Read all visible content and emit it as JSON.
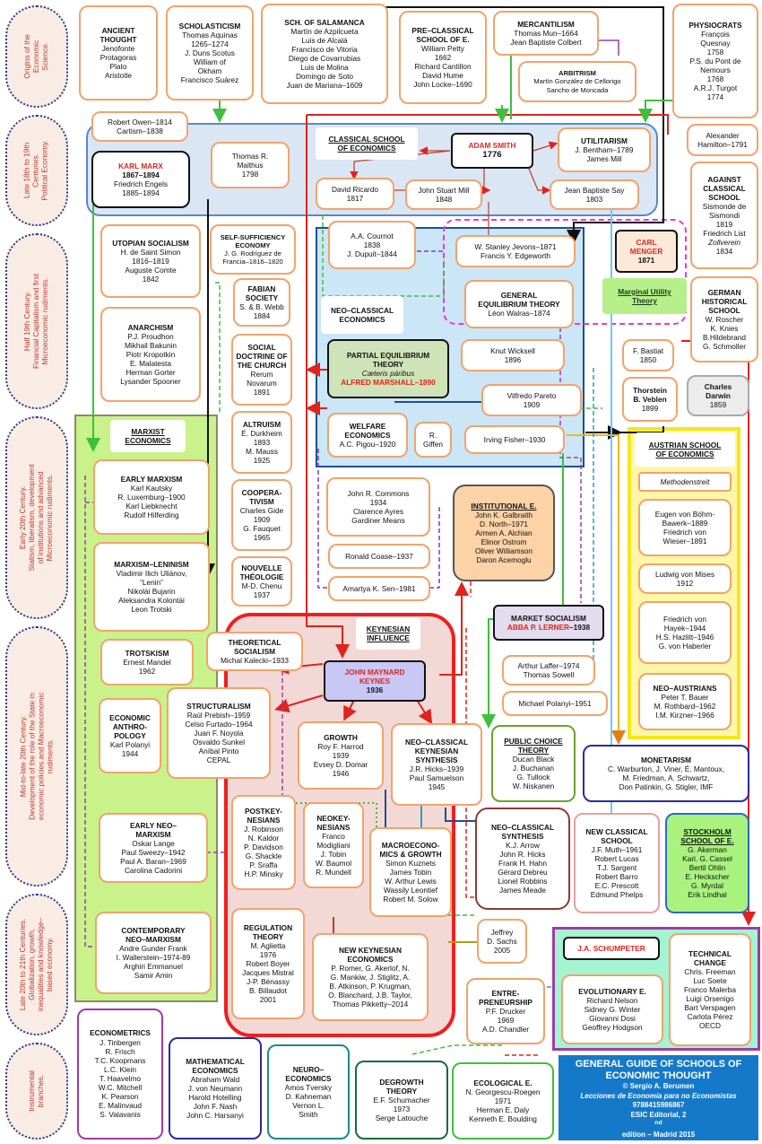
{
  "eras": [
    "Origins of the\nEconomic\nScience.",
    "Late 18th to 19th\nCenturies.\nPolitical Economy.",
    "Half 19th Century.\nFinancial Capitalism and first\nMicroeconomic rudiments.",
    "Early 20th Century.\nStatism, liberalism, development\nof institutions and advanced\nMicroeconomic rudiments.",
    "Mid-to-late 20th Century.\nDevelopment of the role of the State in\neconomic policies and Macroeconomic\nrudiments.",
    "Late 20th to 21th Centuries.\nGlobalization, growth,\ninequalities and knowledge–\nbased economy.",
    "Instrumental\nbranches."
  ],
  "regions": {
    "classical": "CLASSICAL SCHOOL\nOF ECONOMICS",
    "neoclassical": "NEO–CLASSICAL\nECONOMICS",
    "marxist": "MARXIST\nECONOMICS",
    "keynesian": "KEYNESIAN\nINFLUENCE",
    "austrian": "AUSTRIAN SCHOOL\nOF ECONOMICS"
  },
  "boxes": {
    "ancient": {
      "title": "ANCIENT\nTHOUGHT",
      "text": "Jenofonte\nProtagoras\nPlato\nAristotle"
    },
    "scholasticism": {
      "title": "SCHOLASTICISM",
      "text": "Thomas Aquinas\n1265–1274\nJ. Duns Scotus\nWilliam of\nOkham\nFrancisco Suárez"
    },
    "salamanca": {
      "title": "SCH. OF SALAMANCA",
      "text": "Martín de Azpilcueta\nLuis de Alcalá\nFrancisco de Vitoria\nDiego de Covarrubias\nLuis de Molina\nDomingo de Soto\nJuan de Mariana–1609"
    },
    "preclassical": {
      "title": "PRE–CLASSICAL\nSCHOOL OF E.",
      "text": "William Petty\n1662\nRichard Cantillon\nDavid Hume\nJohn Locke–1690"
    },
    "mercantilism": {
      "title": "MERCANTILISM",
      "text": "Thomas Mun–1664\nJean Baptiste Colbert"
    },
    "arbitrism": {
      "title": "ARBITRISM",
      "text": "Martín González de Cellorigo\nSancho de Moncada"
    },
    "physiocrats": {
      "title": "PHYSIOCRATS",
      "text": "François\nQuesnay\n1758\nP.S. du Pont de\nNemours\n1768\nA.R.J. Turgot\n1774"
    },
    "owen": {
      "title": "",
      "text": "Robert Owen–1814\nCartism–1838"
    },
    "marx": {
      "title": "KARL MARX",
      "text": "1867–1894",
      "text2": "Friedrich Engels\n1885–1894"
    },
    "malthus": {
      "title": "",
      "text": "Thomas R.\nMalthus\n1798"
    },
    "smith": {
      "title": "ADAM SMITH",
      "text": "1776"
    },
    "utilitarism": {
      "title": "UTILITARISM",
      "text": "J. Bentham–1789\nJames Mill"
    },
    "ricardo": {
      "title": "",
      "text": "David Ricardo\n1817"
    },
    "mill": {
      "title": "",
      "text": "John Stuart Mill\n1848"
    },
    "say": {
      "title": "",
      "text": "Jean Baptiste Say\n1803"
    },
    "hamilton": {
      "title": "",
      "text": "Alexander\nHamilton–1791"
    },
    "against": {
      "title": "AGAINST\nCLASSICAL\nSCHOOL",
      "text": "Sismonde de\nSismondi\n1819\nFriedrich List",
      "italic": "Zollverein",
      "text2": "1834"
    },
    "utopian": {
      "title": "UTOPIAN SOCIALISM",
      "text": "H. de Saint Simon\n1816–1819\nAuguste Comte\n1842"
    },
    "selfsuff": {
      "title": "SELF-SUFFICIENCY\nECONOMY",
      "text": "J. G. Rodríguez de\nFrancia–1816–1820"
    },
    "cournot": {
      "title": "",
      "text": "A.A. Cournot\n1838\nJ. Dupuit–1844"
    },
    "jevons": {
      "title": "",
      "text": "W. Stanley Jevons–1871\nFrancis Y. Edgeworth"
    },
    "menger": {
      "title": "CARL\nMENGER",
      "text": "1871"
    },
    "marginal": {
      "title": "Marginal Utility\nTheory"
    },
    "fabian": {
      "title": "FABIAN\nSOCIETY",
      "text": "S. & B. Webb\n1884"
    },
    "general_eq": {
      "title": "GENERAL\nEQUILIBRIUM THEORY",
      "text": "Léon Walras–1874"
    },
    "german": {
      "title": "GERMAN\nHISTORICAL\nSCHOOL",
      "text": "W. Roscher\nK. Knies\nB.Hildebrand\nG. Schmoller"
    },
    "anarchism": {
      "title": "ANARCHISM",
      "text": "P.J. Proudhon\nMikhail Bakunin\nPiotr Kropotkin\nE. Malatesta\nHerman Gorter\nLysander Spooner"
    },
    "social_doc": {
      "title": "SOCIAL\nDOCTRINE OF\nTHE CHURCH",
      "text": "Rerum\nNovarum\n1891"
    },
    "partial_eq": {
      "title": "PARTIAL EQUILIBRIUM\nTHEORY",
      "italic": "Cæteris páribus",
      "red": "ALFRED MARSHALL–1890"
    },
    "wicksell": {
      "title": "",
      "text": "Knut Wicksell\n1896"
    },
    "bastiat": {
      "title": "",
      "text": "F. Bastiat\n1850"
    },
    "veblen": {
      "title": "Thorstein\nB. Veblen",
      "text": "1899"
    },
    "darwin": {
      "title": "Charles\nDarwin",
      "text": "1859"
    },
    "pareto": {
      "title": "",
      "text": "Vilfredo Pareto\n1909"
    },
    "altruism": {
      "title": "ALTRUISM",
      "text": "É. Durkheim\n1893\nM. Mauss\n1925"
    },
    "welfare": {
      "title": "WELFARE\nECONOMICS",
      "text": "A.C. Pigou–1920"
    },
    "giffen": {
      "title": "",
      "text": "R.\nGiffen"
    },
    "fisher": {
      "title": "",
      "text": "Irving Fisher–1930"
    },
    "early_marxism": {
      "title": "EARLY MARXISM",
      "text": "Karl Kautsky\nR. Luxemburg–1900\nKarl Liebknecht\nRudolf Hilferding"
    },
    "coop": {
      "title": "COOPERA-\nTIVISM",
      "text": "Charles Gide\n1909\nG. Fauquet\n1965"
    },
    "commons": {
      "title": "",
      "text": "John R. Commons\n1934\nClarence Ayres\nGardiner Means"
    },
    "institutional": {
      "title": "INSTITUTIONAL E.",
      "text": "John K. Galbraith\nD. North–1971\nArmen A. Alchian\nElinor Ostrom\nOliver Williamson\nDaron Acemoglu"
    },
    "methodenstreit": {
      "title": "",
      "italic": "Methodenstreit"
    },
    "bohm": {
      "title": "",
      "text": "Eugen von Böhm-\nBawerk–1889\nFriedrich von\nWieser–1891"
    },
    "leninism": {
      "title": "MARXISM–LENINISM",
      "text": "Vladimir Ilich Uliánov,\n“Lenin”\nNikolái Bujarin\nAleksandra Kolontái\nLeon Trotski"
    },
    "nouvelle": {
      "title": "NOUVELLE\nTHÉOLOGIE",
      "text": "M-D. Chenu\n1937"
    },
    "coase": {
      "title": "",
      "text": "Ronald Coase–1937"
    },
    "mises": {
      "title": "",
      "text": "Ludwig von Mises\n1912"
    },
    "sen": {
      "title": "",
      "text": "Amartya K. Sen–1981"
    },
    "market_soc": {
      "title": "MARKET SOCIALISM",
      "red": "ABBA P. LERNER",
      "text": "–1938"
    },
    "hayek": {
      "title": "",
      "text": "Friedrich von\nHayek–1944\nH.S. Hazlitt–1946\nG. von Haberler"
    },
    "trotskism": {
      "title": "TROTSKISM",
      "text": "Ernest Mandel\n1962"
    },
    "theo_soc": {
      "title": "THEORETICAL\nSOCIALISM",
      "text": "Michal Kalecki–1933"
    },
    "keynes": {
      "title": "JOHN MAYNARD\nKEYNES",
      "text": "1936"
    },
    "laffer": {
      "title": "",
      "text": "Arthur Laffer–1974\nThomas Sowell"
    },
    "polanyi_m": {
      "title": "",
      "text": "Michael Polanyi–1951"
    },
    "neo_austrians": {
      "title": "NEO–AUSTRIANS",
      "text": "Peter T. Bauer\nM. Rothbard–1962\nI.M. Kirzner–1966"
    },
    "anthropology": {
      "title": "ECONOMIC\nANTHRO-\nPOLOGY",
      "text": "Karl Polanyi\n1944"
    },
    "structuralism": {
      "title": "STRUCTURALISM",
      "text": "Raúl Prebish–1959\nCelso Furtado–1964\nJuan F. Noyola\nOsvaldo Sunkel\nAníbal Pinto\nCEPAL"
    },
    "growth": {
      "title": "GROWTH",
      "text": "Roy F. Harrod\n1939\nEvsey D. Domar\n1946"
    },
    "neo_synth": {
      "title": "NEO–CLASSICAL\nKEYNESIAN\nSYNTHESIS",
      "text": "J.R. Hicks–1939\nPaul Samuelson\n1945"
    },
    "public_choice": {
      "title": "PUBLIC CHOICE\nTHEORY",
      "text": "Ducan Black\nJ. Buchanan\nG. Tullock\nW. Niskanen"
    },
    "monetarism": {
      "title": "MONETARISM",
      "text": "C. Warburton, J. Viner, É. Mantoux,\nM. Friedman, A. Schwartz,\nDon Patinkin, G. Stigler, IMF"
    },
    "postkey": {
      "title": "POSTKEY-\nNESIANS",
      "text": "J. Robinson\nN. Kaldor\nP. Davidson\nG. Shackle\nP. Sraffa\nH.P. Minsky"
    },
    "neokey": {
      "title": "NEOKEY-\nNESIANS",
      "text": "Franco\nModigliani\nJ. Tobin\nW. Baumol\nR. Mundell"
    },
    "macro_growth": {
      "title": "MACROECONO-\nMICS & GROWTH",
      "text": "Simon Kuznets\nJames Tobin\nW. Arthur Lewis\nWassily Leontief\nRobert M. Solow"
    },
    "neoclass_synth": {
      "title": "NEO–CLASSICAL\nSYNTHESIS",
      "text": "K.J. Arrow\nJohn R. Hicks\nFrank H. Hahn\nGérard Debreu\nLionel Robbins\nJames Meade"
    },
    "new_classical": {
      "title": "NEW CLASSICAL\nSCHOOL",
      "text": "J.F. Muth–1961\nRobert Lucas\nT.J. Sargent\nRobert Barro\nE.C. Prescott\nEdmund Phelps"
    },
    "stockholm": {
      "title": "STOCKHOLM\nSCHOOL OF E.",
      "text": "G. Akerman\nKarl. G. Cassel\nBertil Ohlin\nE. Heckscher\nG. Myrdal\nErik Lindhal"
    },
    "early_neomarx": {
      "title": "EARLY NEO–\nMARXISM",
      "text": "Oskar Lange\nPaul Sweezy–1942\nPaul A. Baran–1969\nCarolina Cadorini"
    },
    "regulation": {
      "title": "REGULATION\nTHEORY",
      "text": "M. Aglietta\n1976\nRobert Boyer\nJacques Mistral\nJ-P. Bénassy\nB. Billaudot\n2001"
    },
    "sachs": {
      "title": "",
      "text": "Jeffrey\nD. Sachs\n2005"
    },
    "contemporary": {
      "title": "CONTEMPORARY\nNEO–MARXISM",
      "text": "Andre Gunder Frank\nI. Wallerstein–1974-89\nArghiri Emmanuel\nSamir Amin"
    },
    "new_keynesian": {
      "title": "NEW KEYNESIAN\nECONOMICS",
      "text": "P. Romer, G. Akerlof, N.\nG. Mankiw, J. Stiglitz, A.\nB. Atkinson, P. Krugman,\nO. Blanchard, J.B. Taylor,\nThomas Pikketty–2014"
    },
    "entrepreneurship": {
      "title": "ENTRE-\nPRENEURSHIP",
      "text": "P.F. Drucker\n1969\nA.D. Chandler"
    },
    "schumpeter": {
      "title": "J.A. SCHUMPETER"
    },
    "evolutionary": {
      "title": "EVOLUTIONARY E.",
      "text": "Richard Nelson\nSidney G. Winter\nGiovanni Dosi\nGeoffrey Hodgson"
    },
    "technical": {
      "title": "TECHNICAL\nCHANGE",
      "text": "Chris. Freeman\nLuc Soete\nFranco Malerba\nLuigi Orsenigo\nBart Verspagen\nCarlota Pérez\nOECD"
    },
    "econometrics": {
      "title": "ECONOMETRICS",
      "text": "J. Tinbergen\nR. Frisch\nT.C. Koopmans\nL.C. Klein\nT. Haavelmo\nW.C. Mitchell\nK. Pearson\nE. Malinvaud\nS. Valavanis"
    },
    "math_econ": {
      "title": "MATHEMATICAL\nECONOMICS",
      "text": "Abraham Wald\nJ. von Neumann\nHarold Hotelling\nJohn F. Nash\nJohn C. Harsanyi"
    },
    "neuro": {
      "title": "NEURO–\nECONOMICS",
      "text": "Amos Tversky\nD. Kahneman\nVernon L.\nSmith"
    },
    "degrowth": {
      "title": "DEGROWTH\nTHEORY",
      "text": "E.F. Schumacher\n1973\nSerge Latouche"
    },
    "ecological": {
      "title": "ECOLOGICAL E.",
      "text": "N. Georgescu-Roegen\n1971\nHerman E. Daly\nKenneth E. Boulding"
    }
  },
  "guide": {
    "title": "GENERAL GUIDE OF SCHOOLS OF\nECONOMIC THOUGHT",
    "author": "© Sergio A. Berumen",
    "book": "Lecciones de Economía para no Economistas",
    "isbn": "9788415986867",
    "publisher_pre": "ESIC Editorial, 2",
    "publisher_sup": "nd",
    "publisher_post": " edition – Madrid 2015"
  },
  "colors": {
    "box_border": "#f2a36b",
    "red_link": "#e0231c",
    "marxist_fill": "#c9f28a",
    "classical_fill": "#dbe6f4",
    "neoclassical_fill": "#cbe6f7",
    "keynesian_fill": "#f3d9d6",
    "austrian_border": "#f5e61b",
    "guide_fill": "#1579c9"
  }
}
